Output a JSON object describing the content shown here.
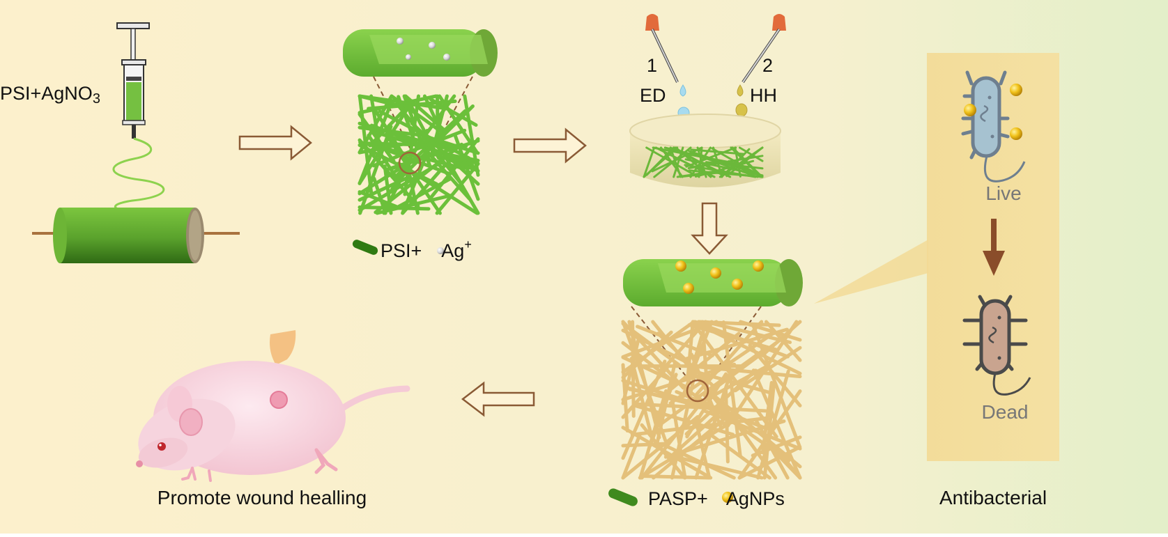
{
  "labels": {
    "psi_agno3_prefix": "PSI+AgNO",
    "psi_agno3_sub": "3",
    "psi_ag_prefix": "PSI+",
    "psi_ag_ag": "Ag",
    "psi_ag_sup": "+",
    "drop_1": "1",
    "drop_2": "2",
    "ed": "ED",
    "hh": "HH",
    "live": "Live",
    "dead": "Dead",
    "pasp_prefix": "PASP+",
    "pasp_agnps": "AgNPs",
    "promote": "Promote wound healling",
    "antibacterial": "Antibacterial"
  },
  "colors": {
    "background_left": "#fcf0cc",
    "background_right": "#e3efc9",
    "fiber_green": "#6fc33a",
    "fiber_dark_green": "#3f8a1e",
    "fiber_tan": "#e6c27b",
    "arrow_brown": "#8a5a35",
    "panel_yellow": "#f4dfa0",
    "ag_nanoparticle": "#e9b20e",
    "mouse_pink": "#f7d5df"
  }
}
